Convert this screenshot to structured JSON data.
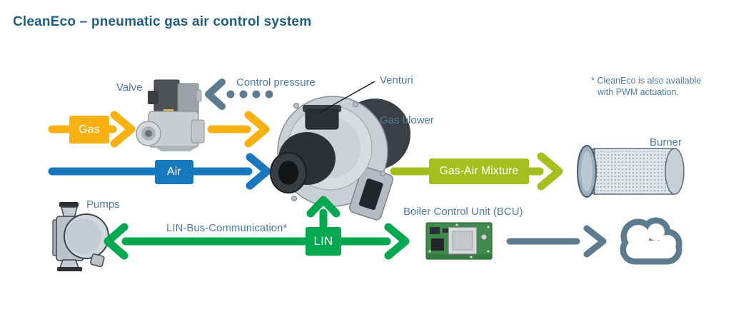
{
  "diagram": {
    "title": "CleanEco – pneumatic gas air control system",
    "footnote": {
      "line1": "* CleanEco is also available",
      "line2": "with PWM actuation."
    },
    "labels": {
      "valve": "Valve",
      "control_pressure": "Control pressure",
      "venturi": "Venturi",
      "gas_blower": "Gas blower",
      "burner": "Burner",
      "pumps": "Pumps",
      "lin_bus": "LIN-Bus-Communication*",
      "bcu": "Boiler Control Unit (BCU)"
    },
    "flow_boxes": {
      "gas": "Gas",
      "air": "Air",
      "gas_air_mixture": "Gas-Air Mixture",
      "lin": "LIN"
    },
    "colors": {
      "title_blue": "#1e5e82",
      "label_blue": "#4c7a9c",
      "signal_slate": "#5c7b8e",
      "gas_arrow": "#f9b013",
      "air_arrow": "#1878be",
      "lin_arrow": "#00a94f",
      "mixture_arrow": "#a3c01f"
    }
  }
}
